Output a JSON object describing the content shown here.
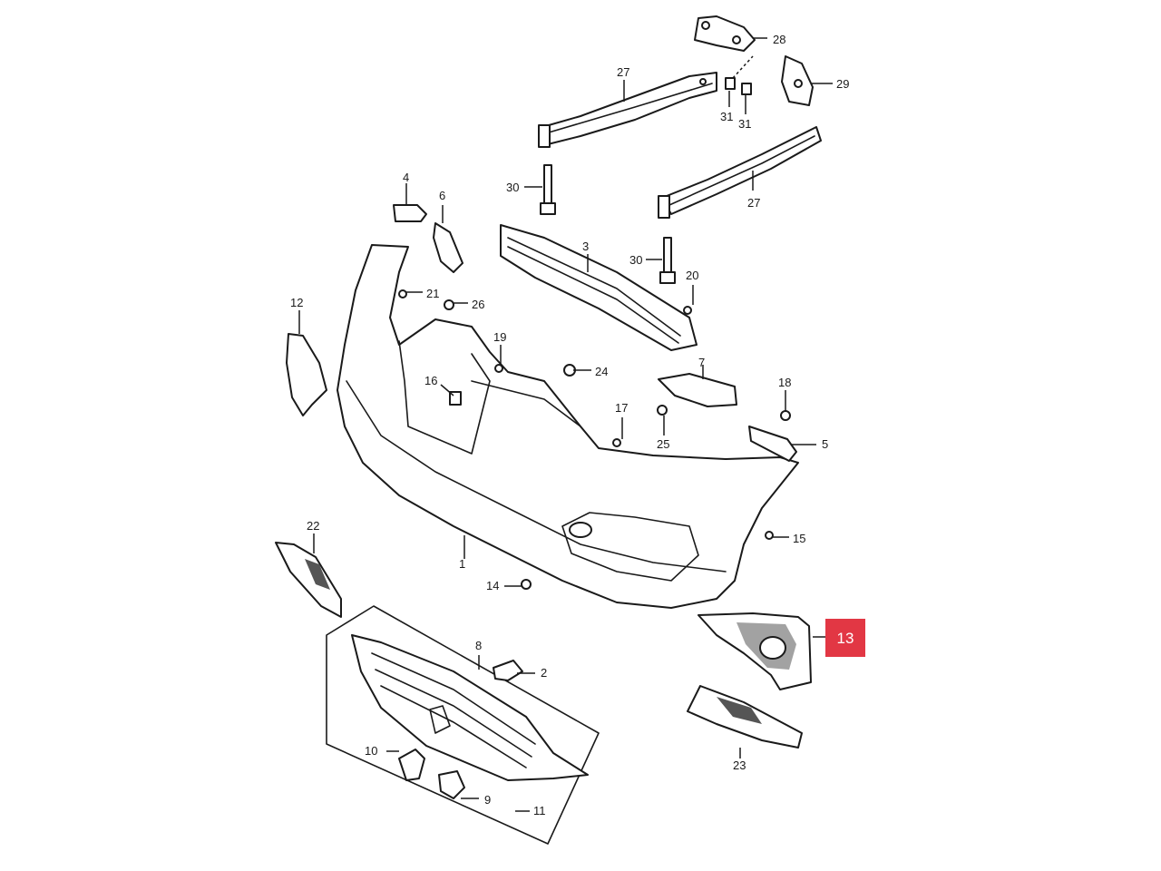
{
  "highlight": {
    "label": "13",
    "color": "#e23744"
  },
  "callouts": {
    "c1": "1",
    "c2": "2",
    "c3": "3",
    "c4": "4",
    "c5": "5",
    "c6": "6",
    "c7": "7",
    "c8": "8",
    "c9": "9",
    "c10": "10",
    "c11": "11",
    "c12": "12",
    "c14": "14",
    "c15": "15",
    "c16": "16",
    "c17": "17",
    "c18": "18",
    "c19": "19",
    "c20": "20",
    "c21": "21",
    "c22": "22",
    "c23": "23",
    "c24": "24",
    "c25": "25",
    "c26": "26",
    "c27a": "27",
    "c27b": "27",
    "c28": "28",
    "c29": "29",
    "c30a": "30",
    "c30b": "30",
    "c31a": "31",
    "c31b": "31"
  },
  "icons": [
    "bumper-cover",
    "grille",
    "reinforcement-bar",
    "bracket",
    "bolt",
    "clip",
    "fog-lamp-cover",
    "emblem"
  ]
}
